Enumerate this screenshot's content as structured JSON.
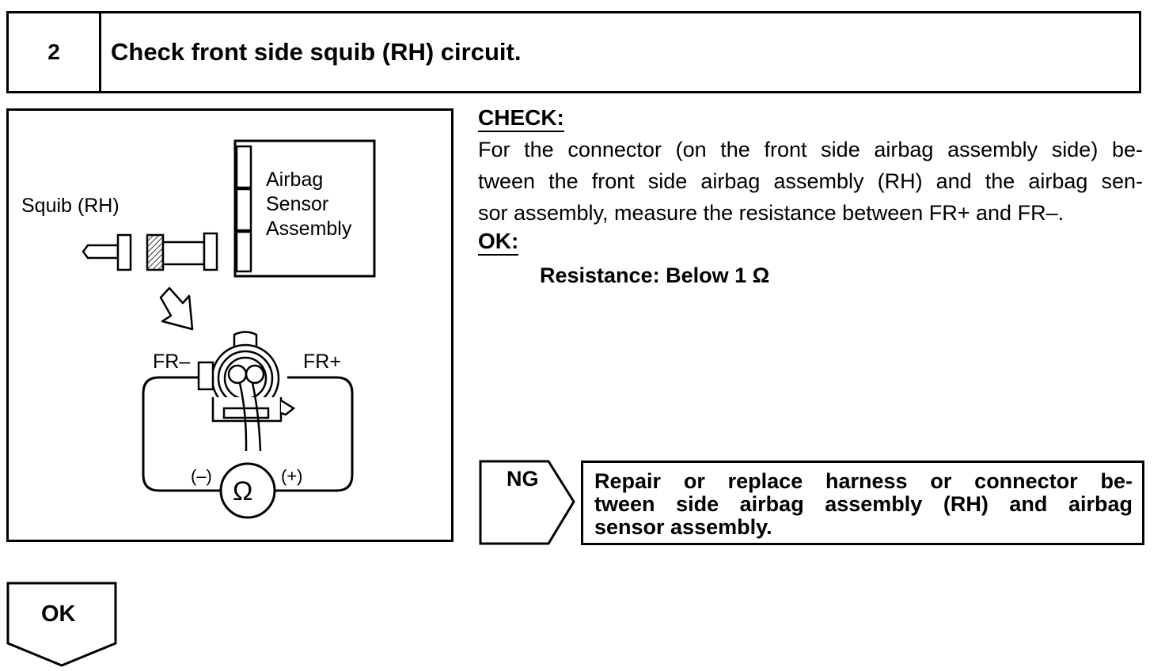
{
  "step": {
    "number": "2",
    "title": "Check front side squib (RH) circuit."
  },
  "figure": {
    "squib_label": "Squib (RH)",
    "sensor_label_line1": "Airbag",
    "sensor_label_line2": "Sensor",
    "sensor_label_line3": "Assembly",
    "terminal_minus": "FR–",
    "terminal_plus": "FR+",
    "probe_minus": "(–)",
    "probe_plus": "(+)",
    "meter_symbol": "Ω"
  },
  "check": {
    "heading": "CHECK:",
    "line1": "For the connector (on the front side airbag assembly side) be-",
    "line2": "tween the front side airbag assembly (RH) and the airbag sen-",
    "line3": "sor assembly, measure the resistance between FR+ and FR–."
  },
  "ok_spec": {
    "heading": "OK:",
    "text": "Resistance: Below 1 Ω"
  },
  "ng": {
    "label": "NG",
    "line1": "Repair or replace harness or connector be-",
    "line2": "tween side airbag assembly (RH) and airbag",
    "line3": "sensor assembly."
  },
  "ok_result": {
    "label": "OK"
  }
}
